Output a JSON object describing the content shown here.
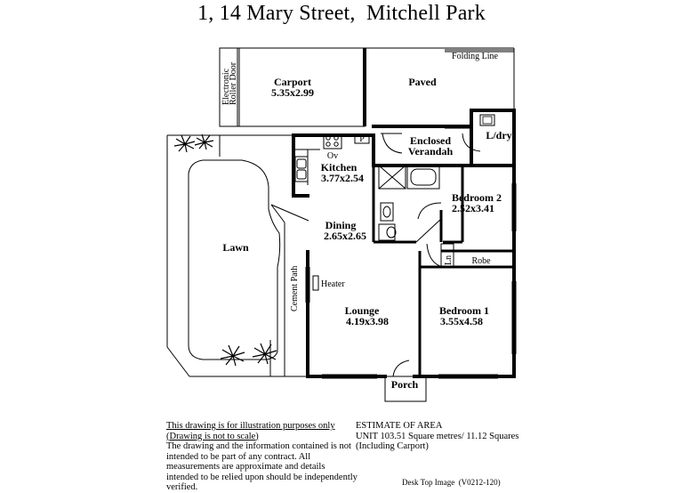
{
  "title": "1, 14 Mary Street,  Mitchell Park",
  "rooms": {
    "carport": {
      "name": "Carport",
      "dims": "5.35x2.99"
    },
    "paved": {
      "name": "Paved"
    },
    "folding_line": "Folding Line",
    "roller_door_line1": "Electronic",
    "roller_door_line2": "Roller Door",
    "enclosed_line1": "Enclosed",
    "enclosed_line2": "Verandah",
    "laundry": "L/dry",
    "kitchen": {
      "name": "Kitchen",
      "dims": "3.77x2.54"
    },
    "oven": "Ov",
    "pantry": "P",
    "bedroom2": {
      "name": "Bedroom 2",
      "dims": "2.52x3.41"
    },
    "dining": {
      "name": "Dining",
      "dims": "2.65x2.65"
    },
    "lawn": "Lawn",
    "cement_path": "Cement Path",
    "linen": "Ln",
    "robe": "Robe",
    "heater": "Heater",
    "lounge": {
      "name": "Lounge",
      "dims": "4.19x3.98"
    },
    "bedroom1": {
      "name": "Bedroom 1",
      "dims": "3.55x4.58"
    },
    "porch": "Porch"
  },
  "disclaimer": {
    "line1": "This drawing is for illustration purposes only",
    "line2": "(Drawing is not to scale)",
    "body": "The drawing and the information contained is not intended to be part of any contract.  All measurements are approximate and details intended to be relied upon should be independently verified."
  },
  "estimate": {
    "heading": "ESTIMATE OF AREA",
    "unit": "UNIT  103.51 Square metres/ 11.12 Squares",
    "note": "(Including Carport)"
  },
  "credit": "Desk Top Image  (V0212-120)"
}
